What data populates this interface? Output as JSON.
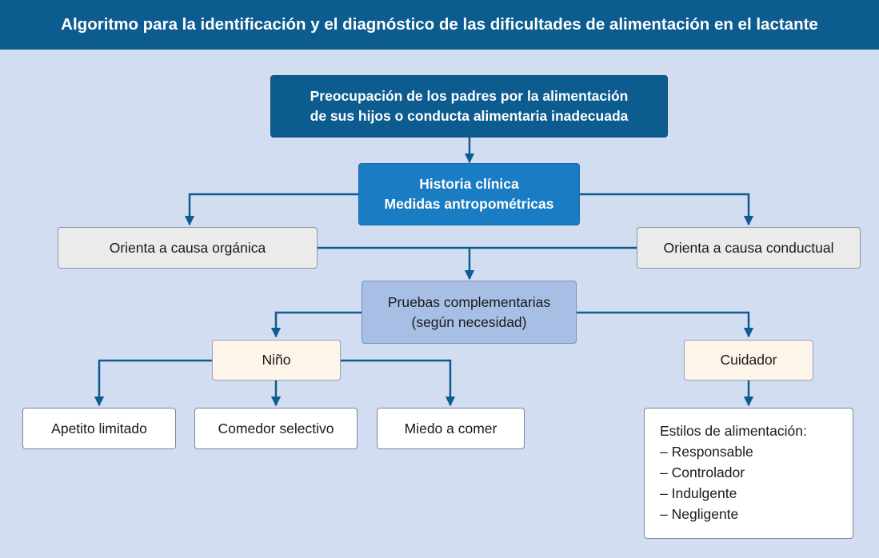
{
  "title": "Algoritmo para la identificación y el diagnóstico de las dificultades de alimentación en el lactante",
  "nodes": {
    "concern": [
      "Preocupación de los padres por la alimentación",
      "de sus hijos o conducta alimentaria inadecuada"
    ],
    "history": [
      "Historia clínica",
      "Medidas antropométricas"
    ],
    "organic": "Orienta a causa orgánica",
    "behavioral": "Orienta a causa conductual",
    "tests": [
      "Pruebas complementarias",
      "(según necesidad)"
    ],
    "child": "Niño",
    "caregiver": "Cuidador",
    "limited_appetite": "Apetito limitado",
    "selective_eater": "Comedor selectivo",
    "fear_of_eating": "Miedo a comer",
    "feeding_styles": {
      "heading": "Estilos de alimentación:",
      "items": [
        "– Responsable",
        "– Controlador",
        "– Indulgente",
        "– Negligente"
      ]
    }
  },
  "colors": {
    "header": "#0c5c90",
    "background": "#d3ddf1",
    "connector": "#0c5c90"
  }
}
